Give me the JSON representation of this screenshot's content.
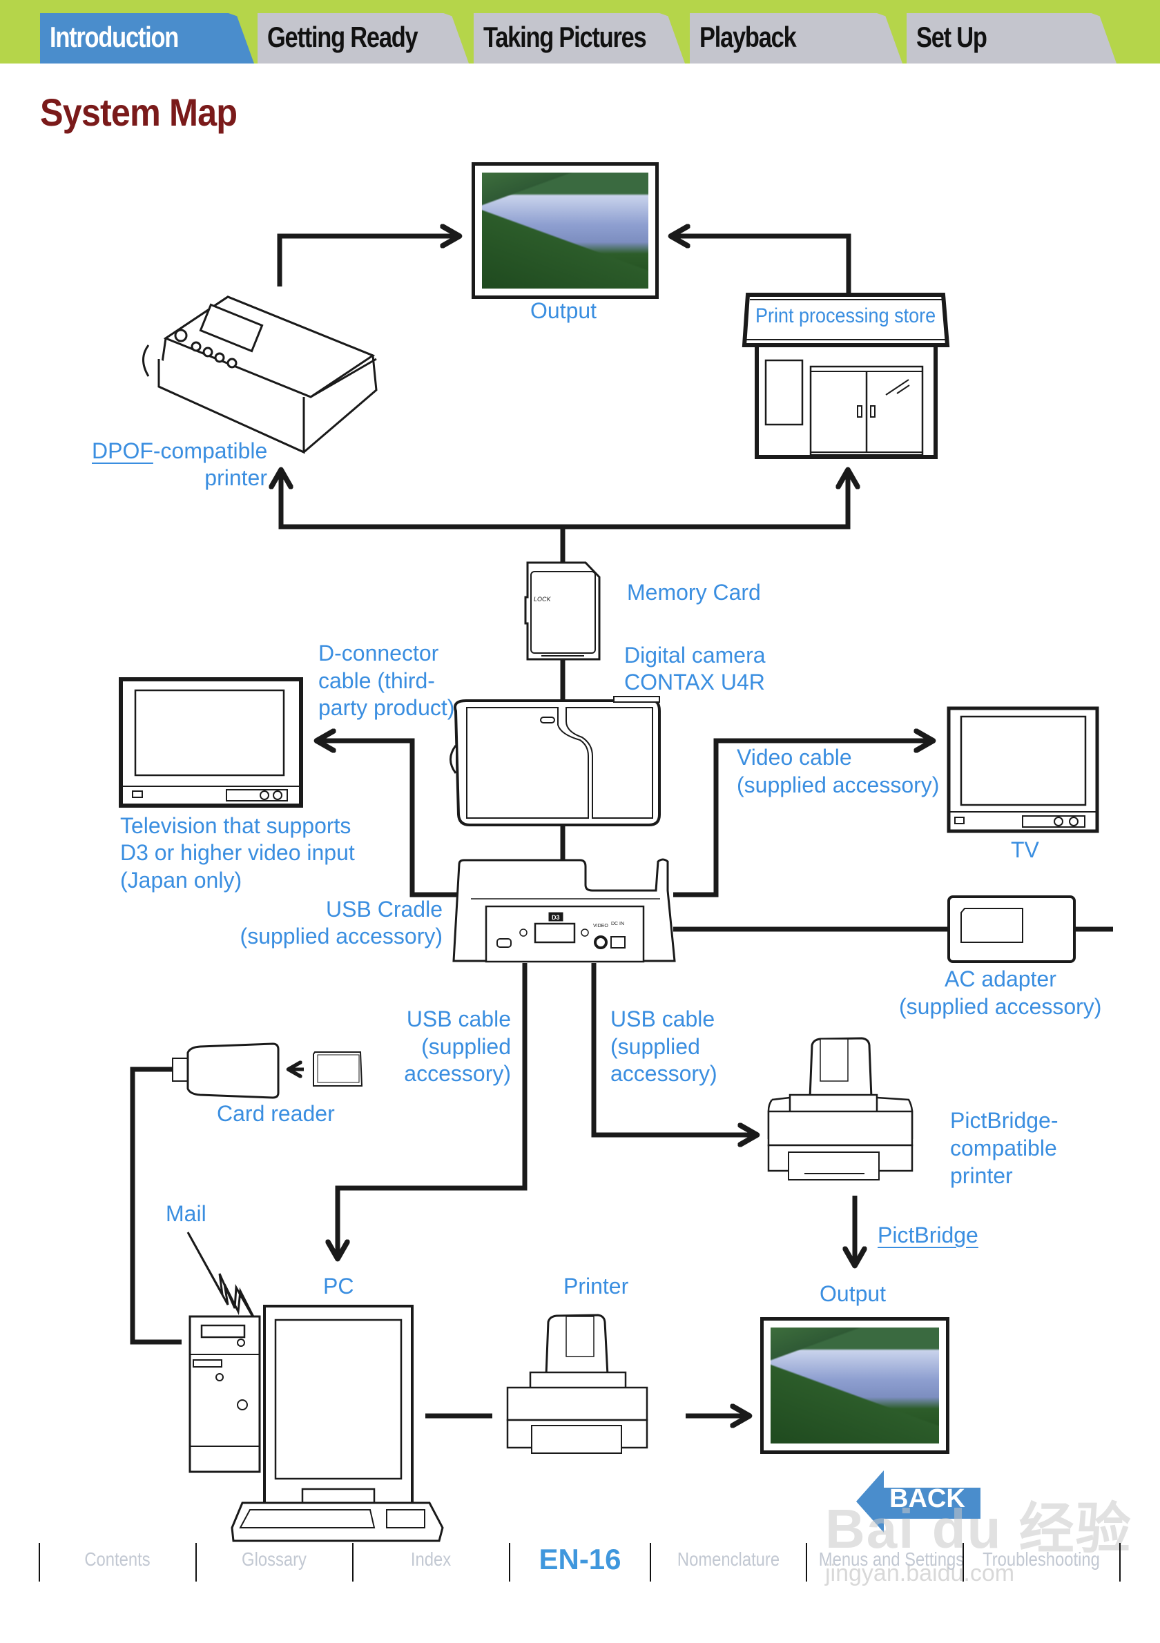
{
  "tabs": [
    {
      "label": "Introduction",
      "active": true
    },
    {
      "label": "Getting Ready",
      "active": false
    },
    {
      "label": "Taking Pictures",
      "active": false
    },
    {
      "label": "Playback",
      "active": false
    },
    {
      "label": "Set Up",
      "active": false
    }
  ],
  "page_title": "System Map",
  "labels": {
    "output_top": "Output",
    "print_store": "Print processing store",
    "dpof_prefix": "DPOF",
    "dpof_suffix": "-compatible",
    "dpof_line2": "printer",
    "memory_card": "Memory Card",
    "camera_line1": "Digital camera",
    "camera_line2": "CONTAX U4R",
    "dconnector_line1": "D-connector",
    "dconnector_line2": "cable (third-",
    "dconnector_line3": "party product)",
    "tv_d3_line1": "Television that supports",
    "tv_d3_line2": "D3 or higher video input",
    "tv_d3_line3": "(Japan only)",
    "video_cable_line1": "Video cable",
    "video_cable_line2": "(supplied accessory)",
    "tv": "TV",
    "usb_cradle_line1": "USB Cradle",
    "usb_cradle_line2": "(supplied accessory)",
    "ac_adapter_line1": "AC adapter",
    "ac_adapter_line2": "(supplied accessory)",
    "usb_cable_left_line1": "USB cable",
    "usb_cable_left_line2": "(supplied",
    "usb_cable_left_line3": "accessory)",
    "usb_cable_right_line1": "USB cable",
    "usb_cable_right_line2": "(supplied",
    "usb_cable_right_line3": "accessory)",
    "card_reader": "Card reader",
    "pictbridge_printer_line1": "PictBridge-",
    "pictbridge_printer_line2": "compatible",
    "pictbridge_printer_line3": "printer",
    "pictbridge": "PictBridge",
    "output_bottom": "Output",
    "mail": "Mail",
    "pc": "PC",
    "printer": "Printer",
    "sd_lock": "LOCK",
    "cradle_d3": "D3",
    "cradle_video": "VIDEO",
    "cradle_dcin": "DC IN"
  },
  "back_button": {
    "label": "BACK"
  },
  "footer": {
    "links": [
      "Contents",
      "Glossary",
      "Index",
      "Nomenclature",
      "Menus and Settings",
      "Troubleshooting"
    ],
    "page_number": "EN-16"
  },
  "watermark": {
    "line1": "Bai du 经验",
    "line2": "jingyan.baidu.com"
  },
  "colors": {
    "accent_blue": "#3a8ee0",
    "tab_bar": "#b5d54a",
    "tab_active": "#4a8dcc",
    "tab_inactive": "#c4c5cd",
    "title": "#7a1a1a"
  }
}
